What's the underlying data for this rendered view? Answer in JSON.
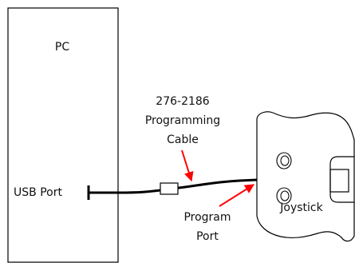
{
  "pc": {
    "label": "PC",
    "port_label": "USB Port"
  },
  "cable": {
    "label_line1": "276-2186",
    "label_line2": "Programming",
    "label_line3": "Cable"
  },
  "program_port": {
    "label_line1": "Program",
    "label_line2": "Port"
  },
  "joystick": {
    "label": "Joystick"
  },
  "colors": {
    "line": "#000000",
    "arrow": "#ff0000",
    "text": "#111111"
  }
}
